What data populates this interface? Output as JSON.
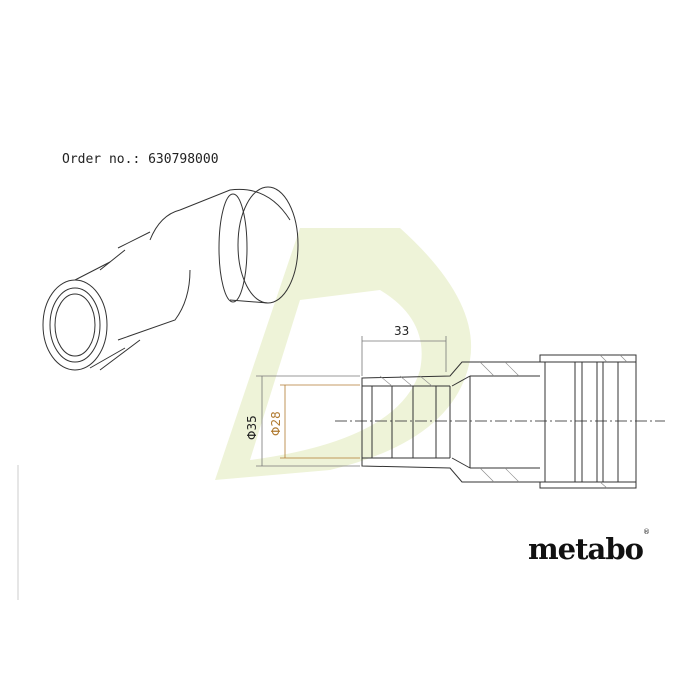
{
  "order_label": "Order no.: 630798000",
  "dimensions": {
    "length": "33",
    "outer_diameter": "Φ35",
    "inner_diameter": "Φ28"
  },
  "logo": {
    "text": "metabo",
    "mark": "®"
  },
  "colors": {
    "line": "#333333",
    "dim_line": "#777777",
    "inner_dim": "#b07a30",
    "watermark": "#eef3d8"
  }
}
